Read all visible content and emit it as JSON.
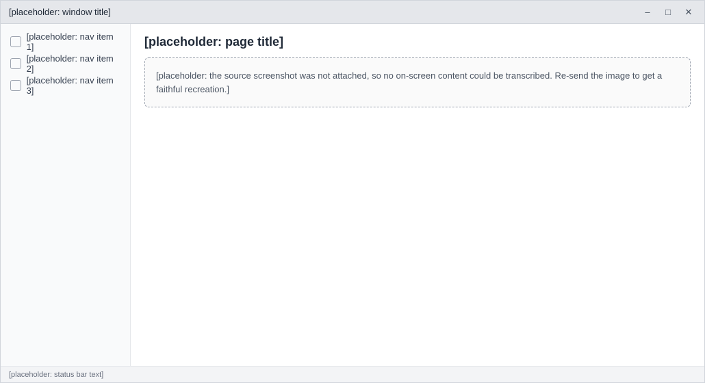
{
  "window": {
    "title": "[placeholder: window title]"
  },
  "sidebar": {
    "items": [
      {
        "label": "[placeholder: nav item 1]",
        "icon": "generic-icon"
      },
      {
        "label": "[placeholder: nav item 2]",
        "icon": "generic-icon"
      },
      {
        "label": "[placeholder: nav item 3]",
        "icon": "generic-icon"
      }
    ]
  },
  "main": {
    "title": "[placeholder: page title]",
    "notice": "[placeholder: the source screenshot was not attached, so no on-screen content could be transcribed. Re-send the image to get a faithful recreation.]"
  },
  "status": {
    "text": "[placeholder: status bar text]"
  }
}
